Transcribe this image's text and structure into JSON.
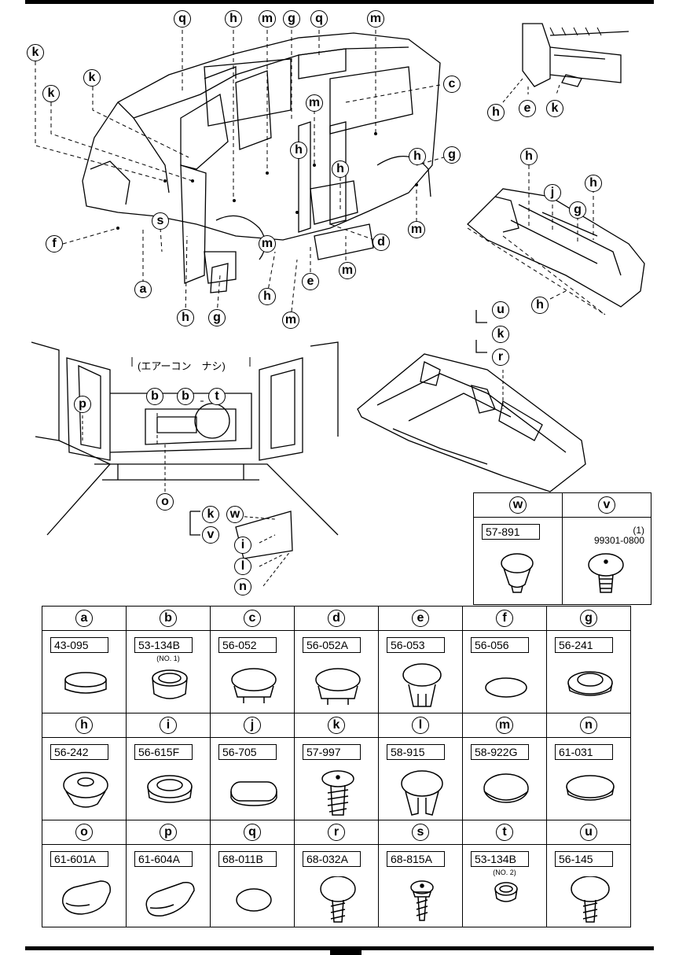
{
  "header_note": "(エアーコン　ナシ)",
  "callouts_main": [
    {
      "id": "q1",
      "letter": "q"
    },
    {
      "id": "h1",
      "letter": "h"
    },
    {
      "id": "m1",
      "letter": "m"
    },
    {
      "id": "g1",
      "letter": "g"
    },
    {
      "id": "q2",
      "letter": "q"
    },
    {
      "id": "m2",
      "letter": "m"
    },
    {
      "id": "k1",
      "letter": "k"
    },
    {
      "id": "k2",
      "letter": "k"
    },
    {
      "id": "k3",
      "letter": "k"
    },
    {
      "id": "c1",
      "letter": "c"
    },
    {
      "id": "m3",
      "letter": "m"
    },
    {
      "id": "h2",
      "letter": "h"
    },
    {
      "id": "g2",
      "letter": "g"
    },
    {
      "id": "h3",
      "letter": "h"
    },
    {
      "id": "h4",
      "letter": "h"
    },
    {
      "id": "s1",
      "letter": "s"
    },
    {
      "id": "m4",
      "letter": "m"
    },
    {
      "id": "f1",
      "letter": "f"
    },
    {
      "id": "m5",
      "letter": "m"
    },
    {
      "id": "d1",
      "letter": "d"
    },
    {
      "id": "a1",
      "letter": "a"
    },
    {
      "id": "e1",
      "letter": "e"
    },
    {
      "id": "m6",
      "letter": "m"
    },
    {
      "id": "h5",
      "letter": "h"
    },
    {
      "id": "h6",
      "letter": "h"
    },
    {
      "id": "g3",
      "letter": "g"
    },
    {
      "id": "m7",
      "letter": "m"
    }
  ],
  "callouts_detail": [
    {
      "id": "h7",
      "letter": "h"
    },
    {
      "id": "e2",
      "letter": "e"
    },
    {
      "id": "k4",
      "letter": "k"
    },
    {
      "id": "h8",
      "letter": "h"
    },
    {
      "id": "j1",
      "letter": "j"
    },
    {
      "id": "h9",
      "letter": "h"
    },
    {
      "id": "g4",
      "letter": "g"
    },
    {
      "id": "h10",
      "letter": "h"
    },
    {
      "id": "u1",
      "letter": "u"
    },
    {
      "id": "k5",
      "letter": "k"
    },
    {
      "id": "r1",
      "letter": "r"
    },
    {
      "id": "b1",
      "letter": "b"
    },
    {
      "id": "b2",
      "letter": "b"
    },
    {
      "id": "t1",
      "letter": "t"
    },
    {
      "id": "p1",
      "letter": "p"
    },
    {
      "id": "o1",
      "letter": "o"
    },
    {
      "id": "k6",
      "letter": "k"
    },
    {
      "id": "w1",
      "letter": "w"
    },
    {
      "id": "v1",
      "letter": "v"
    },
    {
      "id": "i1",
      "letter": "i"
    },
    {
      "id": "l1",
      "letter": "l"
    },
    {
      "id": "n1",
      "letter": "n"
    }
  ],
  "parts_top": [
    {
      "letter": "w",
      "part": "57-891",
      "sub": "",
      "note": ""
    },
    {
      "letter": "v",
      "part": "",
      "sub": "",
      "note": "(1)\n99301-0800"
    }
  ],
  "parts_rows": [
    [
      {
        "letter": "a",
        "part": "43-095",
        "sub": ""
      },
      {
        "letter": "b",
        "part": "53-134B",
        "sub": "(NO. 1)"
      },
      {
        "letter": "c",
        "part": "56-052",
        "sub": ""
      },
      {
        "letter": "d",
        "part": "56-052A",
        "sub": ""
      },
      {
        "letter": "e",
        "part": "56-053",
        "sub": ""
      },
      {
        "letter": "f",
        "part": "56-056",
        "sub": ""
      },
      {
        "letter": "g",
        "part": "56-241",
        "sub": ""
      }
    ],
    [
      {
        "letter": "h",
        "part": "56-242",
        "sub": ""
      },
      {
        "letter": "i",
        "part": "56-615F",
        "sub": ""
      },
      {
        "letter": "j",
        "part": "56-705",
        "sub": ""
      },
      {
        "letter": "k",
        "part": "57-997",
        "sub": ""
      },
      {
        "letter": "l",
        "part": "58-915",
        "sub": ""
      },
      {
        "letter": "m",
        "part": "58-922G",
        "sub": ""
      },
      {
        "letter": "n",
        "part": "61-031",
        "sub": ""
      }
    ],
    [
      {
        "letter": "o",
        "part": "61-601A",
        "sub": ""
      },
      {
        "letter": "p",
        "part": "61-604A",
        "sub": ""
      },
      {
        "letter": "q",
        "part": "68-011B",
        "sub": ""
      },
      {
        "letter": "r",
        "part": "68-032A",
        "sub": ""
      },
      {
        "letter": "s",
        "part": "68-815A",
        "sub": ""
      },
      {
        "letter": "t",
        "part": "53-134B",
        "sub": "(NO. 2)"
      },
      {
        "letter": "u",
        "part": "56-145",
        "sub": ""
      }
    ]
  ]
}
